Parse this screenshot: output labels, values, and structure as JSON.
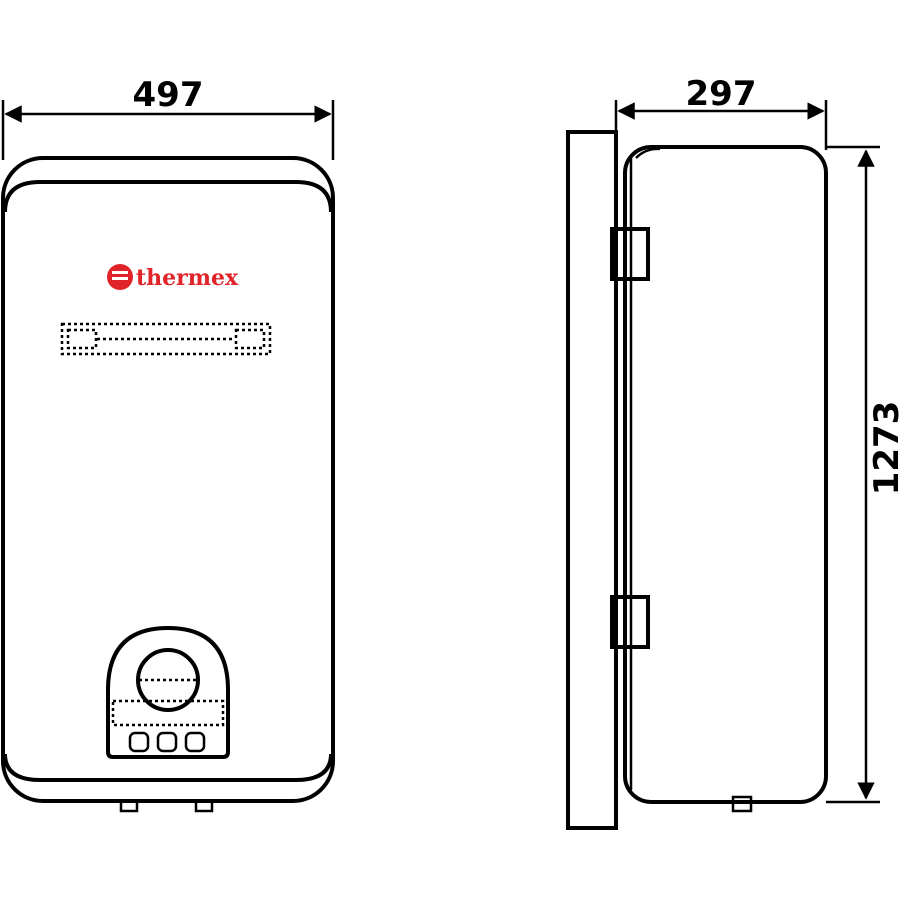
{
  "dimensions": {
    "width": "497",
    "depth": "297",
    "height": "1273"
  },
  "brand": {
    "name": "thermex",
    "logo_color": "#e1242a"
  },
  "control_panel": {
    "button_count": 3
  }
}
